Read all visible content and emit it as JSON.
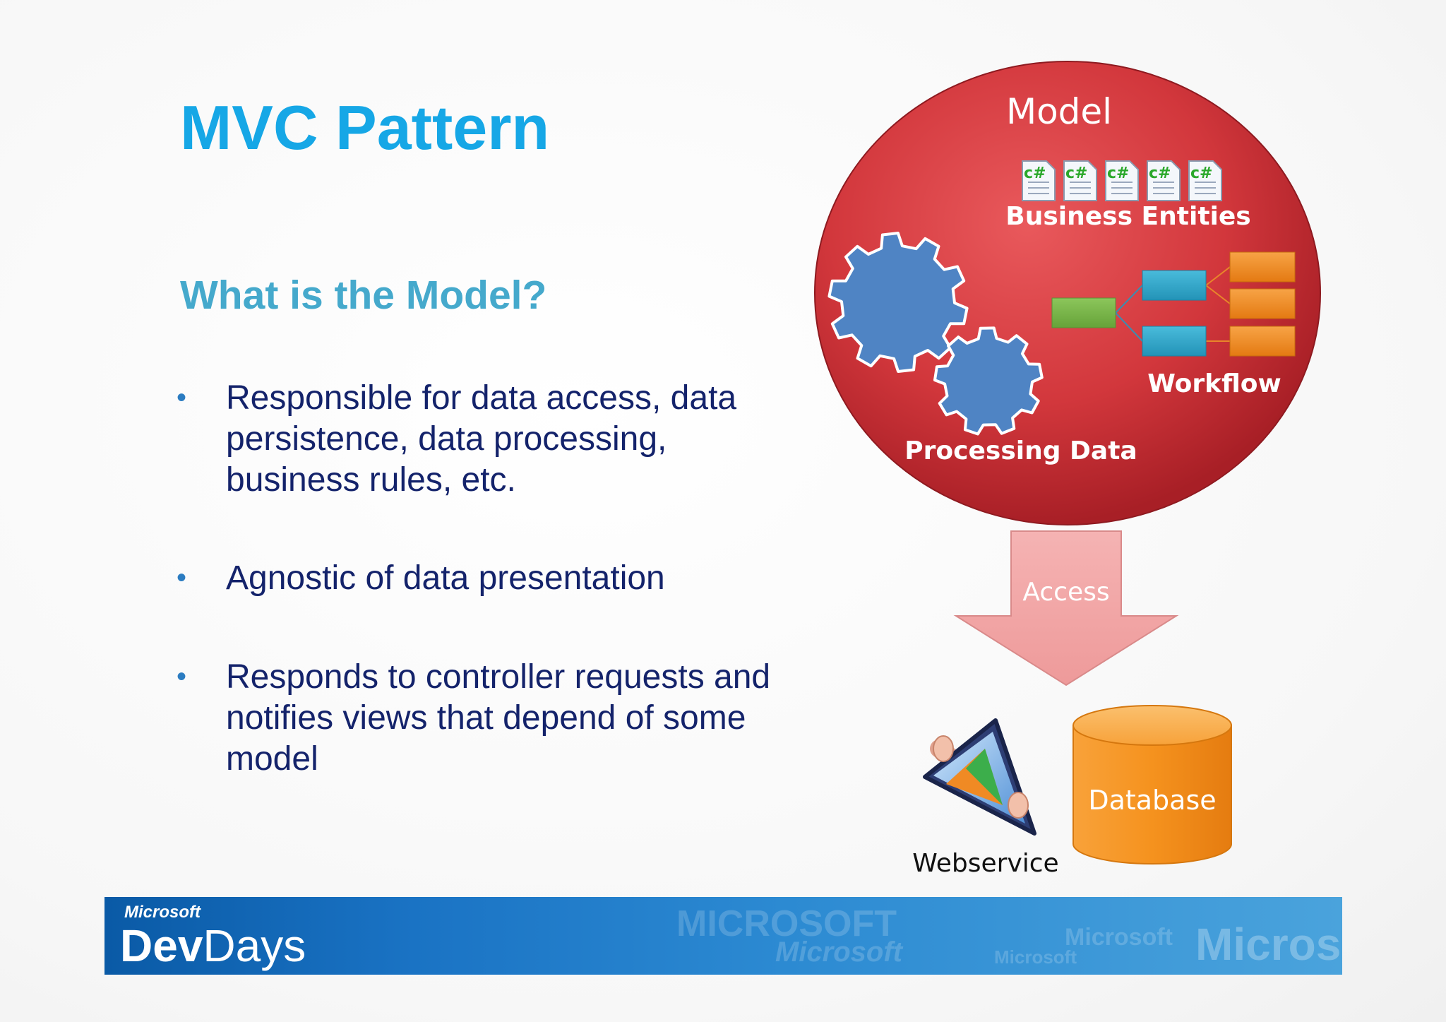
{
  "slide": {
    "title": "MVC Pattern",
    "subtitle": "What is the Model?",
    "bullets": [
      {
        "marker": "•",
        "lines": [
          "Responsible for data access, data",
          "persistence, data processing,",
          "business rules, etc."
        ]
      },
      {
        "marker": "•",
        "lines": [
          "Agnostic of data presentation"
        ]
      },
      {
        "marker": "•",
        "lines": [
          "Responds to controller requests and",
          "notifies views that depend of some",
          "model"
        ]
      }
    ]
  },
  "diagram": {
    "model_label": "Model",
    "file_badge": "c#",
    "business_entities_label": "Business Entities",
    "workflow_label": "Workflow",
    "processing_label": "Processing Data",
    "access_label": "Access",
    "database_label": "Database",
    "webservice_label": "Webservice",
    "colors": {
      "model_circle": "#d2373c",
      "gear": "#4f84c4",
      "workflow_green": "#7ab648",
      "workflow_teal": "#2fa7c9",
      "workflow_orange": "#f08a1e",
      "arrow": "#f2a3a3",
      "database": "#f5921e"
    }
  },
  "footer": {
    "brand_small": "Microsoft",
    "brand_dev": "Dev",
    "brand_days": "Days",
    "watermark_texts": [
      "MICROSOFT",
      "Microsoft",
      "Microsoft",
      "Microsoft",
      "Microso"
    ]
  },
  "theme": {
    "title_color": "#16a7e6",
    "subtitle_color": "#45a9cc",
    "body_color": "#14236b"
  }
}
